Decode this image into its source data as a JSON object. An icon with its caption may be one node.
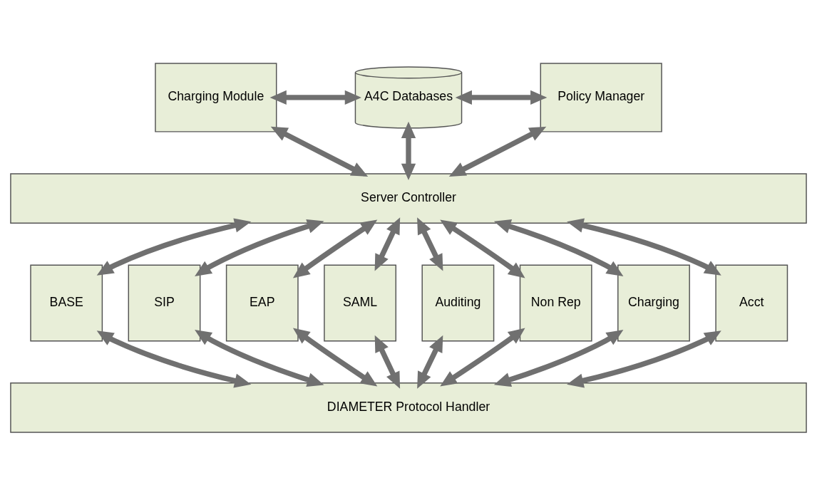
{
  "diagram": {
    "nodes": [
      {
        "text": [
          "Charging Module"
        ]
      },
      {
        "text": [
          "A4C Databases"
        ]
      },
      {
        "text": [
          "Policy Manager"
        ]
      },
      {
        "text": [
          "Server Controller"
        ]
      },
      {
        "text": [
          "BASE"
        ]
      },
      {
        "text": [
          "SIP"
        ]
      },
      {
        "text": [
          "EAP"
        ]
      },
      {
        "text": [
          "SAML"
        ]
      },
      {
        "text": [
          "Auditing"
        ]
      },
      {
        "text": [
          "Non Rep"
        ]
      },
      {
        "text": [
          "Charging"
        ]
      },
      {
        "text": [
          "Acct"
        ]
      },
      {
        "text": [
          "DIAMETER Protocol Handler"
        ]
      }
    ],
    "edges": [
      {
        "from": 0,
        "to": 1,
        "arrow": "both"
      },
      {
        "from": 1,
        "to": 2,
        "arrow": "both"
      },
      {
        "from": 0,
        "to": 3,
        "arrow": "both"
      },
      {
        "from": 1,
        "to": 3,
        "arrow": "both"
      },
      {
        "from": 2,
        "to": 3,
        "arrow": "both"
      },
      {
        "from": 3,
        "to": 4,
        "arrow": "both"
      },
      {
        "from": 3,
        "to": 5,
        "arrow": "both"
      },
      {
        "from": 3,
        "to": 6,
        "arrow": "both"
      },
      {
        "from": 3,
        "to": 7,
        "arrow": "both"
      },
      {
        "from": 3,
        "to": 8,
        "arrow": "both"
      },
      {
        "from": 3,
        "to": 9,
        "arrow": "both"
      },
      {
        "from": 3,
        "to": 10,
        "arrow": "both"
      },
      {
        "from": 3,
        "to": 11,
        "arrow": "both"
      },
      {
        "from": 4,
        "to": 12,
        "arrow": "both"
      },
      {
        "from": 5,
        "to": 12,
        "arrow": "both"
      },
      {
        "from": 6,
        "to": 12,
        "arrow": "both"
      },
      {
        "from": 7,
        "to": 12,
        "arrow": "both"
      },
      {
        "from": 8,
        "to": 12,
        "arrow": "both"
      },
      {
        "from": 9,
        "to": 12,
        "arrow": "both"
      },
      {
        "from": 10,
        "to": 12,
        "arrow": "both"
      },
      {
        "from": 11,
        "to": 12,
        "arrow": "both"
      }
    ]
  }
}
